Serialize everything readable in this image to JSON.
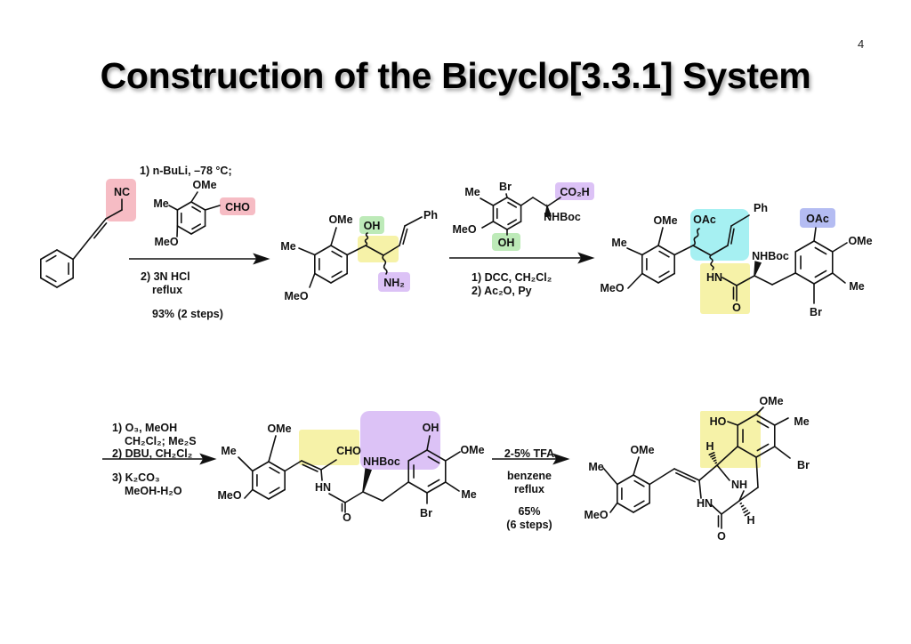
{
  "slide": {
    "title": "Construction of the Bicyclo[3.3.1] System",
    "page_number": "4"
  },
  "colors": {
    "pink": "#f6bcc4",
    "green": "#bdeab8",
    "yellow": "#f6f2a8",
    "purple": "#dcc2f6",
    "cyan": "#a6f0f2",
    "blue": "#b4bcf2"
  },
  "step1": {
    "start_label": "NC",
    "reagent": {
      "ome": "OMe",
      "me": "Me",
      "meo": "MeO",
      "cho": "CHO"
    },
    "cond1": "1) n-BuLi, –78 °C;",
    "cond2": "2) 3N HCl",
    "cond3": "reflux",
    "yield": "93% (2 steps)",
    "product": {
      "ome": "OMe",
      "me": "Me",
      "meo": "MeO",
      "oh": "OH",
      "nh2": "NH₂",
      "ph": "Ph"
    }
  },
  "step2": {
    "reagent": {
      "br": "Br",
      "me": "Me",
      "meo": "MeO",
      "oh": "OH",
      "co2h": "CO₂H",
      "nhboc": "NHBoc"
    },
    "cond1": "1) DCC, CH₂Cl₂",
    "cond2": "2) Ac₂O, Py",
    "product": {
      "ome": "OMe",
      "me": "Me",
      "meo": "MeO",
      "oac1": "OAc",
      "ph": "Ph",
      "hn": "HN",
      "o": "O",
      "nhboc": "NHBoc",
      "oac2": "OAc",
      "ome2": "OMe",
      "me2": "Me",
      "br": "Br"
    }
  },
  "step3": {
    "cond1": "1) O₃, MeOH",
    "cond1b": "CH₂Cl₂; Me₂S",
    "cond2": "2) DBU, CH₂Cl₂",
    "cond3": "3) K₂CO₃",
    "cond3b": "MeOH-H₂O",
    "product": {
      "ome": "OMe",
      "me": "Me",
      "meo": "MeO",
      "cho": "CHO",
      "hn": "HN",
      "o": "O",
      "nhboc": "NHBoc",
      "oh": "OH",
      "ome2": "OMe",
      "me2": "Me",
      "br": "Br"
    }
  },
  "step4": {
    "cond1": "2-5% TFA",
    "cond2": "benzene",
    "cond3": "reflux",
    "yield": "65%",
    "yield_note": "(6 steps)",
    "product": {
      "ome": "OMe",
      "me": "Me",
      "meo": "MeO",
      "h1": "H",
      "nh": "NH",
      "hn": "HN",
      "o": "O",
      "h2": "H",
      "ho": "HO",
      "ome2": "OMe",
      "me2": "Me",
      "br": "Br"
    }
  }
}
